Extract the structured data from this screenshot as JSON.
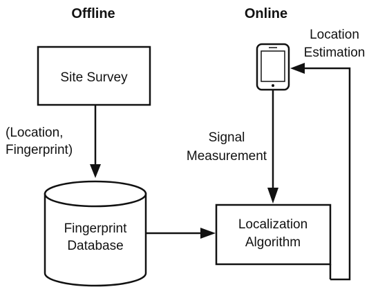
{
  "headers": {
    "offline": "Offline",
    "online": "Online"
  },
  "nodes": {
    "site_survey": "Site Survey",
    "fingerprint_database": [
      "Fingerprint",
      "Database"
    ],
    "localization_algorithm": [
      "Localization",
      "Algorithm"
    ],
    "phone": "smartphone-icon"
  },
  "edge_labels": {
    "survey_to_database": [
      "(Location,",
      "Fingerprint)"
    ],
    "signal_measurement": [
      "Signal",
      "Measurement"
    ],
    "location_estimation": [
      "Location",
      "Estimation"
    ]
  },
  "colors": {
    "stroke": "#111111",
    "background": "#ffffff"
  }
}
